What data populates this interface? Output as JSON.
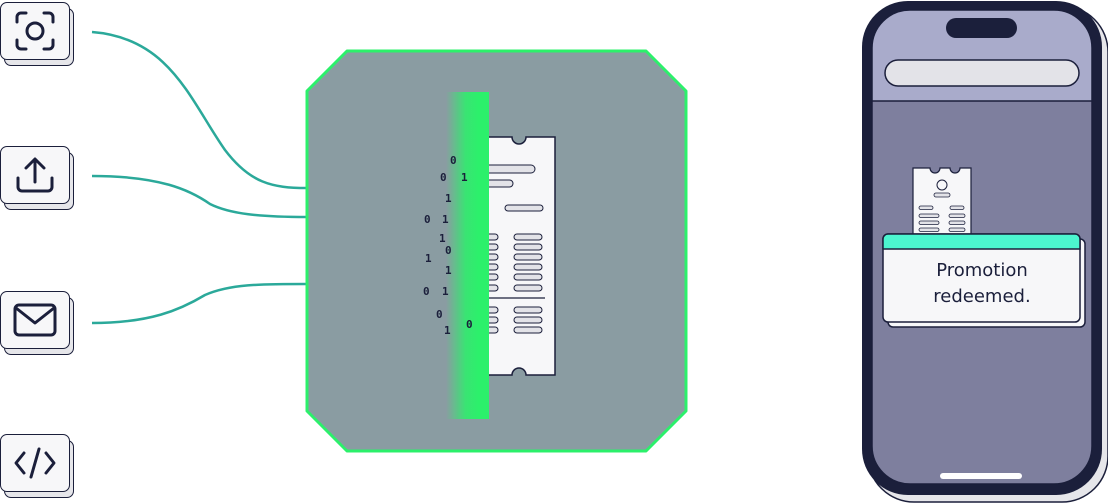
{
  "sources": [
    {
      "id": "camera",
      "icon": "camera-scan-icon"
    },
    {
      "id": "upload",
      "icon": "upload-icon"
    },
    {
      "id": "email",
      "icon": "email-icon"
    },
    {
      "id": "code",
      "icon": "code-icon"
    }
  ],
  "binary_bits": [
    "0",
    "0",
    "1",
    "1",
    "0",
    "1",
    "1",
    "0",
    "1",
    "1",
    "0",
    "1",
    "0",
    "1",
    "0"
  ],
  "phone": {
    "notification_line1": "Promotion",
    "notification_line2": "redeemed."
  },
  "colors": {
    "wire": "#2ba99a",
    "scanner_glow": "#2cf06b",
    "scanner_bg": "#8a9ca2",
    "phone_screen": "#7e7f9e",
    "phone_header": "#a9abcb",
    "toast_accent": "#4cf5cf",
    "outline": "#1b1f3b"
  }
}
